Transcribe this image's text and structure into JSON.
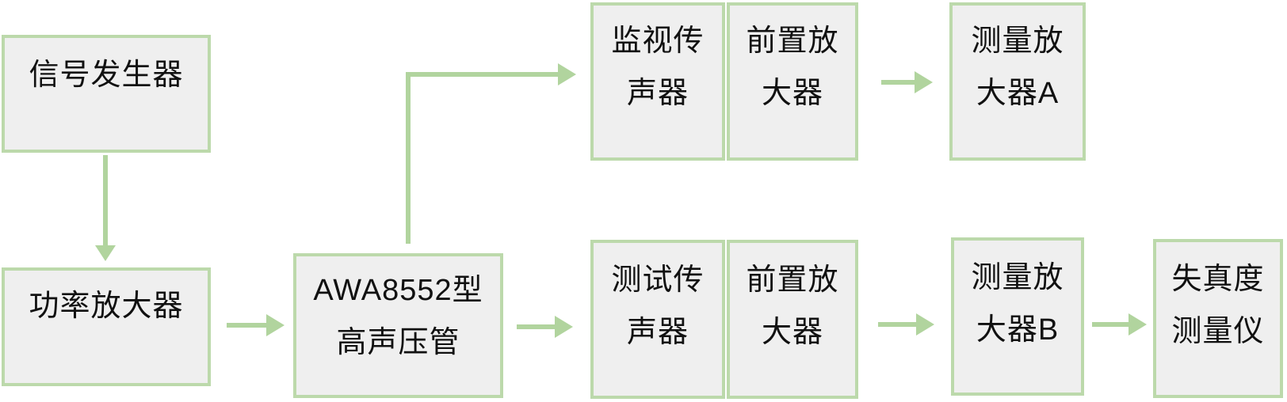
{
  "diagram": {
    "colors": {
      "background": "#ffffff",
      "box_fill": "#efefef",
      "box_border": "#bcd9ab",
      "arrow": "#b1d49e",
      "text": "#111111"
    },
    "nodes": [
      {
        "id": "signal-generator",
        "lines": [
          "信号发生器"
        ]
      },
      {
        "id": "power-amplifier",
        "lines": [
          "功率放大器"
        ]
      },
      {
        "id": "awa8552-tube",
        "lines": [
          "AWA8552型",
          "高声压管"
        ]
      },
      {
        "id": "monitor-microphone",
        "lines": [
          "监视传",
          "声器"
        ]
      },
      {
        "id": "preamplifier-top",
        "lines": [
          "前置放",
          "大器"
        ]
      },
      {
        "id": "measuring-amplifier-a",
        "lines": [
          "测量放",
          "大器A"
        ]
      },
      {
        "id": "test-microphone",
        "lines": [
          "测试传",
          "声器"
        ]
      },
      {
        "id": "preamplifier-bottom",
        "lines": [
          "前置放",
          "大器"
        ]
      },
      {
        "id": "measuring-amplifier-b",
        "lines": [
          "测量放",
          "大器B"
        ]
      },
      {
        "id": "distortion-meter",
        "lines": [
          "失真度",
          "测量仪"
        ]
      }
    ],
    "connections": [
      {
        "from": "signal-generator",
        "to": "power-amplifier",
        "style": "straight-down"
      },
      {
        "from": "power-amplifier",
        "to": "awa8552-tube",
        "style": "straight-right"
      },
      {
        "from": "awa8552-tube",
        "to": "monitor-microphone",
        "style": "elbow-up-right"
      },
      {
        "from": "awa8552-tube",
        "to": "test-microphone",
        "style": "straight-right"
      },
      {
        "from": "preamplifier-top",
        "to": "measuring-amplifier-a",
        "style": "straight-right"
      },
      {
        "from": "preamplifier-bottom",
        "to": "measuring-amplifier-b",
        "style": "straight-right"
      },
      {
        "from": "measuring-amplifier-b",
        "to": "distortion-meter",
        "style": "straight-right"
      }
    ]
  }
}
